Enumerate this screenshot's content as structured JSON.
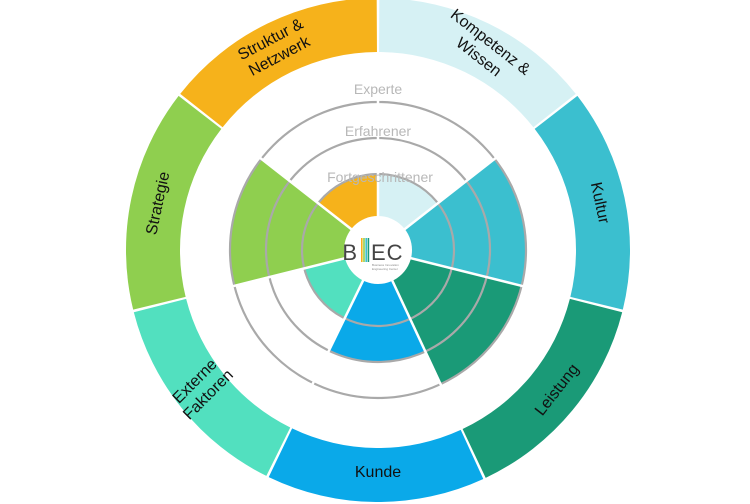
{
  "levels": [
    "Experte",
    "Erfahrener",
    "Fortgeschrittener"
  ],
  "logo": {
    "text_left": "B",
    "text_right": "EC",
    "subtitle_1": "Business Innovation",
    "subtitle_2": "Engineering Center",
    "bar_colors": [
      "#f6b21b",
      "#8fcf4f",
      "#3bbfcf",
      "#1a9a77"
    ]
  },
  "segments": [
    {
      "id": "kompetenz",
      "label_lines": [
        "Kompetenz &",
        "Wissen"
      ],
      "color": "#d6f1f4",
      "level": 1
    },
    {
      "id": "kultur",
      "label_lines": [
        "Kultur"
      ],
      "color": "#3bbfcf",
      "level": 3
    },
    {
      "id": "leistung",
      "label_lines": [
        "Leistung"
      ],
      "color": "#1a9a77",
      "level": 3
    },
    {
      "id": "kunde",
      "label_lines": [
        "Kunde"
      ],
      "color": "#0aa9e9",
      "level": 2
    },
    {
      "id": "externe",
      "label_lines": [
        "Externe",
        "Faktoren"
      ],
      "color": "#52e0bf",
      "level": 1
    },
    {
      "id": "strategie",
      "label_lines": [
        "Strategie"
      ],
      "color": "#8fcf4f",
      "level": 3
    },
    {
      "id": "struktur",
      "label_lines": [
        "Struktur &",
        "Netzwerk"
      ],
      "color": "#f6b21b",
      "level": 1
    }
  ]
}
